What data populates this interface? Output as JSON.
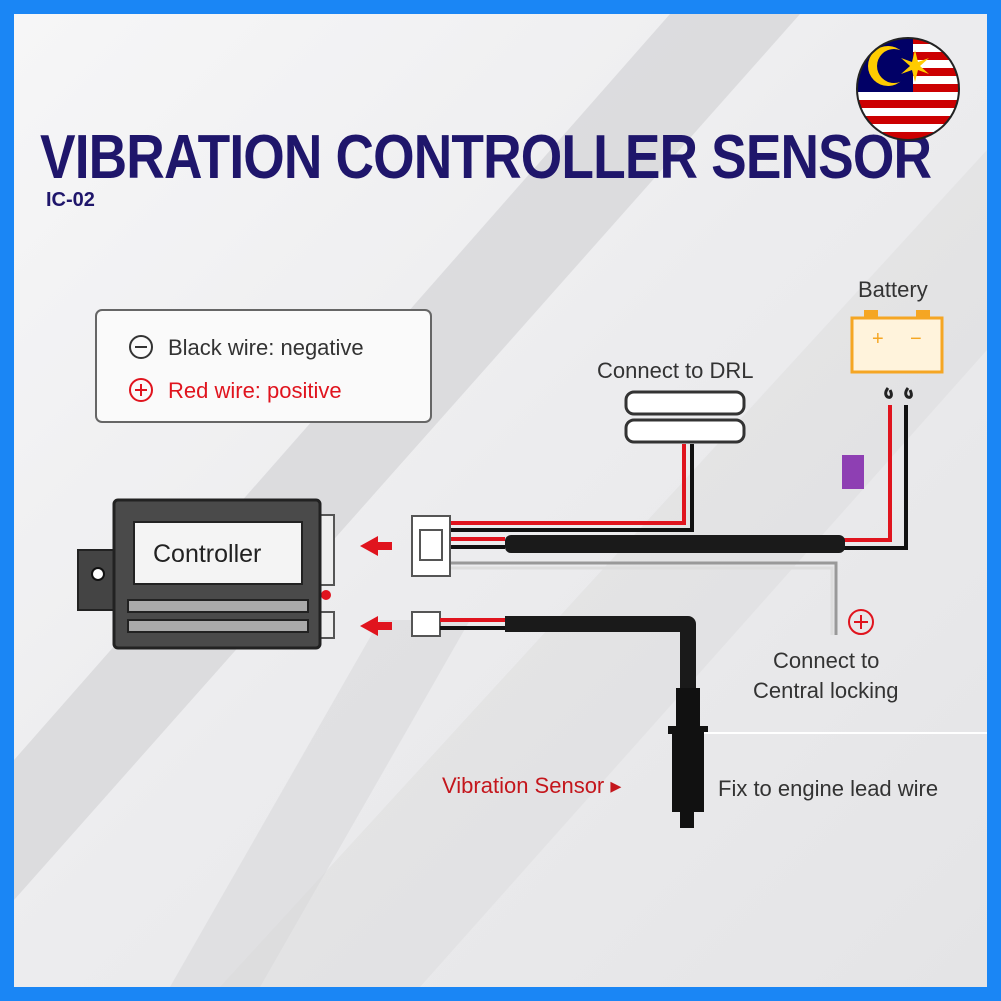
{
  "title": "VIBRATION CONTROLLER SENSOR",
  "model": "IC-02",
  "legend": {
    "negative": "Black wire: negative",
    "positive": "Red wire: positive"
  },
  "labels": {
    "battery": "Battery",
    "battery_plus": "+",
    "battery_minus": "−",
    "drl": "Connect to DRL",
    "controller": "Controller",
    "central_locking_1": "Connect to",
    "central_locking_2": "Central locking",
    "vibration_sensor": "Vibration Sensor ▸",
    "engine": "Fix to engine lead wire"
  },
  "colors": {
    "frame": "#1a86f5",
    "title": "#1f166b",
    "red": "#e0141e",
    "battery": "#f5a623"
  }
}
